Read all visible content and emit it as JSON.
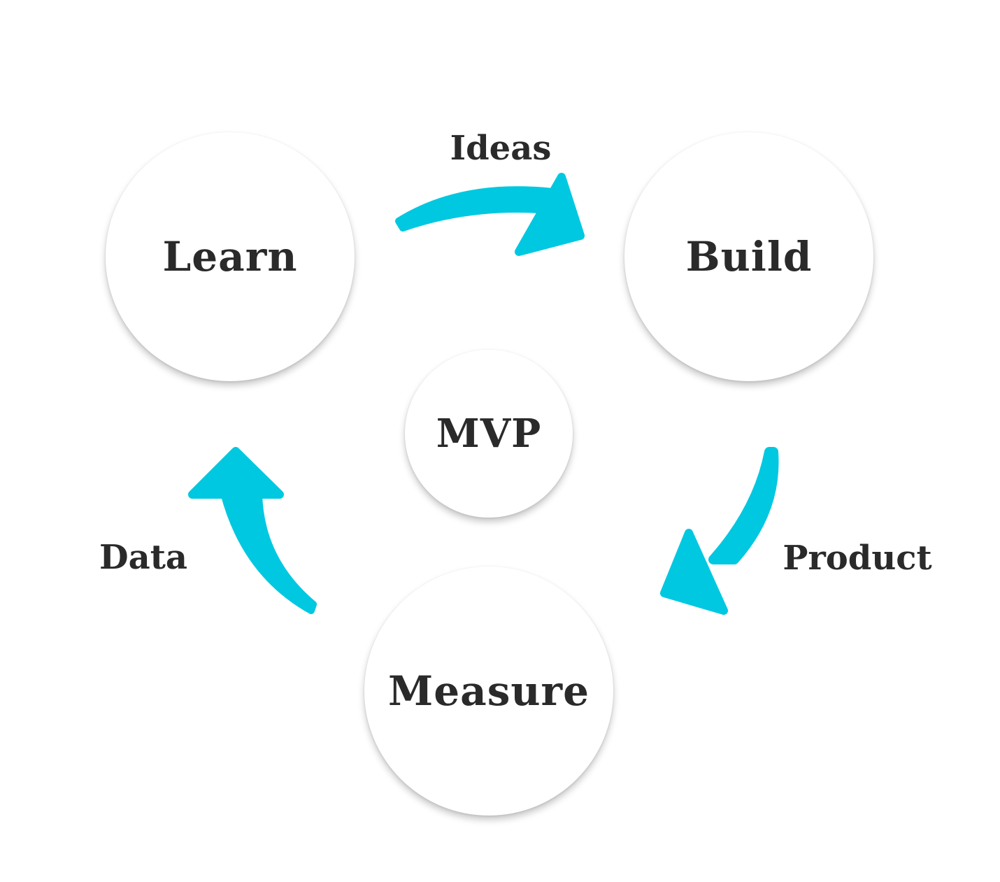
{
  "nodes": {
    "learn": "Learn",
    "build": "Build",
    "mvp": "MVP",
    "measure": "Measure"
  },
  "edges": {
    "ideas": "Ideas",
    "product": "Product",
    "data": "Data"
  },
  "colors": {
    "arrow": "#00c8e0",
    "text": "#2a2a2a",
    "node_fill": "#ffffff"
  }
}
